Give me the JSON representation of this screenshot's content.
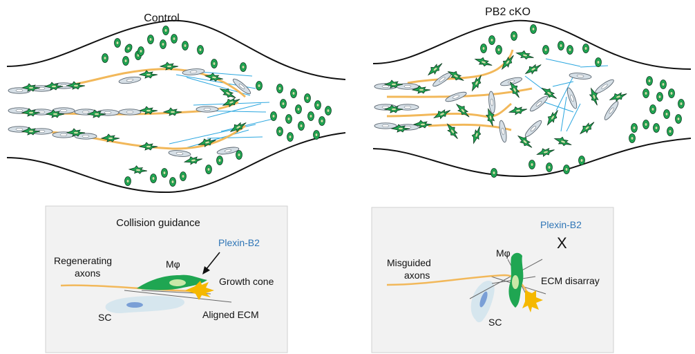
{
  "colors": {
    "axon": "#F2B85A",
    "axon_dark": "#D9A020",
    "macrophage": "#1FA652",
    "macrophage_light": "#3DBE6B",
    "macrophage_nucleus": "#C9E8A8",
    "schwann_cell": "#D6DFE6",
    "schwann_outline": "#7C8893",
    "schwann_nucleus": "#7A8FB5",
    "ecm_line": "#29A6DF",
    "panel_bg": "#F2F2F2",
    "plexin_text": "#2E75B6",
    "growth_cone": "#F5B800"
  },
  "top_left": {
    "title": "Control"
  },
  "top_right": {
    "title": "PB2 cKO"
  },
  "bottom_left": {
    "title": "Collision guidance",
    "plexin": "Plexin-B2",
    "axons_line1": "Regenerating",
    "axons_line2": "axons",
    "macrophage": "Mφ",
    "growth_cone": "Growth  cone",
    "sc": "SC",
    "ecm": "Aligned  ECM"
  },
  "bottom_right": {
    "plexin": "Plexin-B2",
    "cross": "X",
    "axons_line1": "Misguided",
    "axons_line2": "axons",
    "macrophage": "Mφ",
    "ecm": "ECM disarray",
    "sc": "SC"
  }
}
